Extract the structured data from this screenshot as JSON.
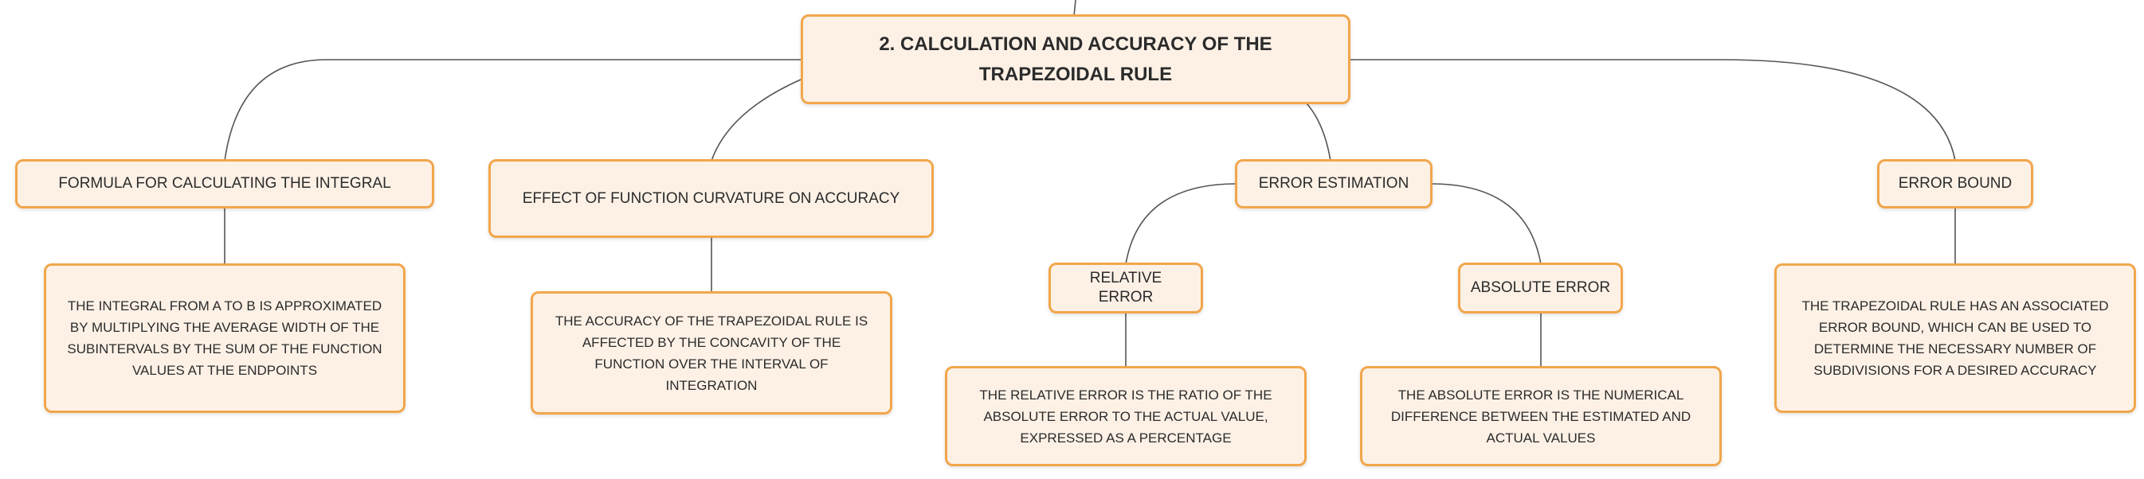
{
  "root": {
    "title": "2. CALCULATION AND ACCURACY OF THE TRAPEZOIDAL RULE"
  },
  "topics": {
    "formula": {
      "label": "FORMULA FOR CALCULATING THE INTEGRAL",
      "detail": "THE INTEGRAL FROM A TO B IS APPROXIMATED BY MULTIPLYING THE AVERAGE WIDTH OF THE SUBINTERVALS BY THE SUM OF THE FUNCTION VALUES AT THE ENDPOINTS"
    },
    "curvature": {
      "label": "EFFECT OF FUNCTION CURVATURE ON ACCURACY",
      "detail": "THE ACCURACY OF THE TRAPEZOIDAL RULE IS AFFECTED BY THE CONCAVITY OF THE FUNCTION OVER THE INTERVAL OF INTEGRATION"
    },
    "error_estimation": {
      "label": "ERROR ESTIMATION",
      "relative": {
        "label": "RELATIVE ERROR",
        "detail": "THE RELATIVE ERROR IS THE RATIO OF THE ABSOLUTE ERROR TO THE ACTUAL VALUE, EXPRESSED AS A PERCENTAGE"
      },
      "absolute": {
        "label": "ABSOLUTE ERROR",
        "detail": "THE ABSOLUTE ERROR IS THE NUMERICAL DIFFERENCE BETWEEN THE ESTIMATED AND ACTUAL VALUES"
      }
    },
    "error_bound": {
      "label": "ERROR BOUND",
      "detail": "THE TRAPEZOIDAL RULE HAS AN ASSOCIATED ERROR BOUND, WHICH CAN BE USED TO DETERMINE THE NECESSARY NUMBER OF SUBDIVISIONS FOR A DESIRED ACCURACY"
    }
  },
  "colors": {
    "node_fill": "#fdf1e6",
    "node_border": "#f2a64b",
    "connector": "#555555"
  }
}
